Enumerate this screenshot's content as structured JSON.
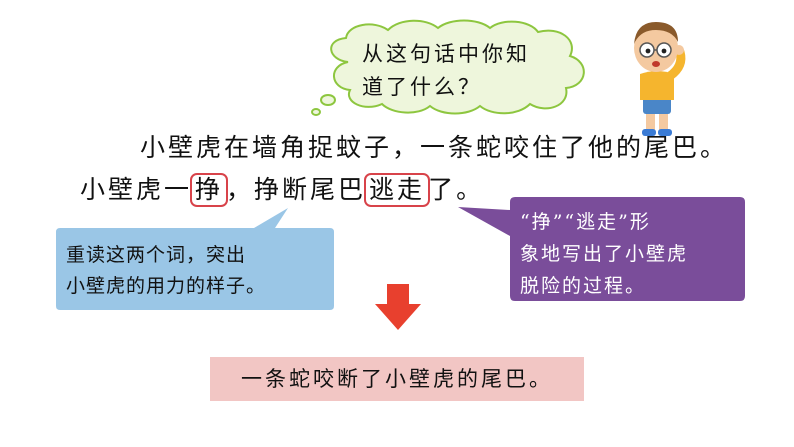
{
  "thought_bubble": {
    "line1": "从这句话中你知",
    "line2": "道了什么？"
  },
  "sentence": {
    "line1": "小壁虎在墙角捉蚊子，一条蛇咬住了他的尾巴。",
    "line2_part1": "小壁虎一",
    "line2_highlight1": "挣",
    "line2_part2": "，挣断尾巴",
    "line2_highlight2": "逃走",
    "line2_part3": "了。"
  },
  "blue_note": {
    "line1": "重读这两个词，突出",
    "line2": "小壁虎的用力的样子。"
  },
  "purple_note": {
    "line1": "“挣”“逃走”形",
    "line2": "象地写出了小壁虎",
    "line3": "脱险的过程。"
  },
  "answer": "一条蛇咬断了小壁虎的尾巴。",
  "colors": {
    "cloud_fill": "#eef6dc",
    "cloud_stroke": "#8dc63f",
    "highlight_box": "#d8434a",
    "blue_callout": "#9ac6e6",
    "purple_callout": "#7a4d9a",
    "arrow": "#e8402e",
    "answer_bg": "#f2c6c4"
  }
}
